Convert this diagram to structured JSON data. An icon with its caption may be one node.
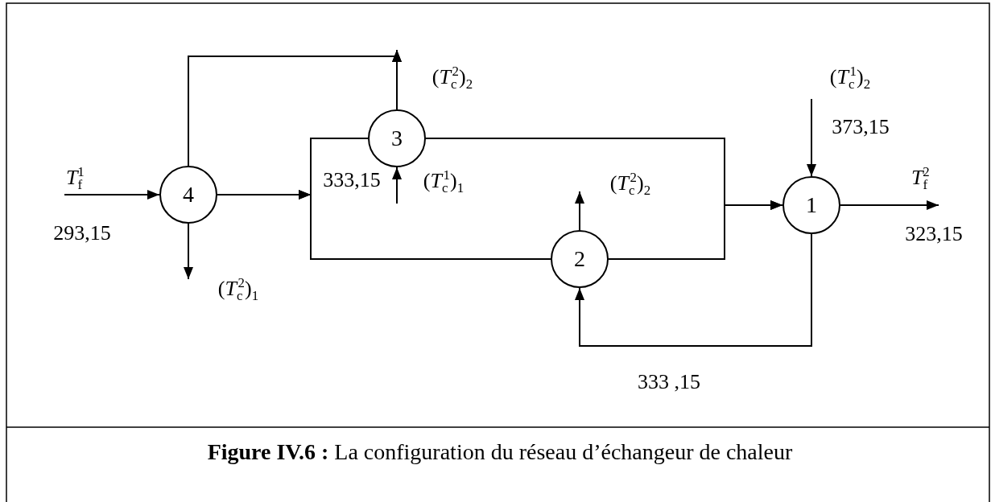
{
  "diagram": {
    "caption": "**Figure IV.6 :** La configuration du réseau d’échangeur de chaleur",
    "nodes": [
      {
        "text": [
          "4"
        ]
      },
      {
        "text": [
          "3"
        ]
      },
      {
        "text": [
          "2"
        ]
      },
      {
        "text": [
          "1"
        ]
      },
      {
        "text": [
          "*T*$_{f}$$^{2}$"
        ]
      },
      {
        "text": [
          "*T*$_{f}$$^{1}$"
        ]
      }
    ],
    "edges": [
      {
        "from": 5,
        "to": 0,
        "arrow": "to"
      },
      {
        "from": 0,
        "to": null,
        "arrow": "to"
      },
      {
        "from": 0,
        "to": null,
        "arrow": "to"
      },
      {
        "from": 1,
        "to": null,
        "arrow": "to"
      },
      {
        "from": 0,
        "to": 1,
        "arrow": "to"
      },
      {
        "from": 0,
        "to": 2,
        "arrow": "to"
      },
      {
        "from": null,
        "to": 1,
        "arrow": "to"
      },
      {
        "from": 1,
        "to": 3,
        "arrow": "to"
      },
      {
        "from": 2,
        "to": 3,
        "arrow": "to"
      },
      {
        "from": null,
        "to": 3,
        "arrow": "to"
      },
      {
        "from": 3,
        "to": 4,
        "arrow": "to"
      },
      {
        "from": 3,
        "to": 2,
        "arrow": "to",
        "label": "333 ,15"
      },
      {
        "from": 2,
        "to": null,
        "arrow": "to"
      }
    ],
    "labels": [
      "(*T*$_{c}$$^{2}$)$_{2}$",
      "(*T*$_{c}$$^{1}$)$_{2}$",
      "373,15",
      "333,15",
      "(*T*$_{c}$$^{1}$)$_{1}$",
      "(*T*$_{c}$$^{2}$)$_{2}$",
      "293,15",
      "323,15",
      "(*T*$_{c}$$^{2}$)$_{1}$"
    ]
  }
}
